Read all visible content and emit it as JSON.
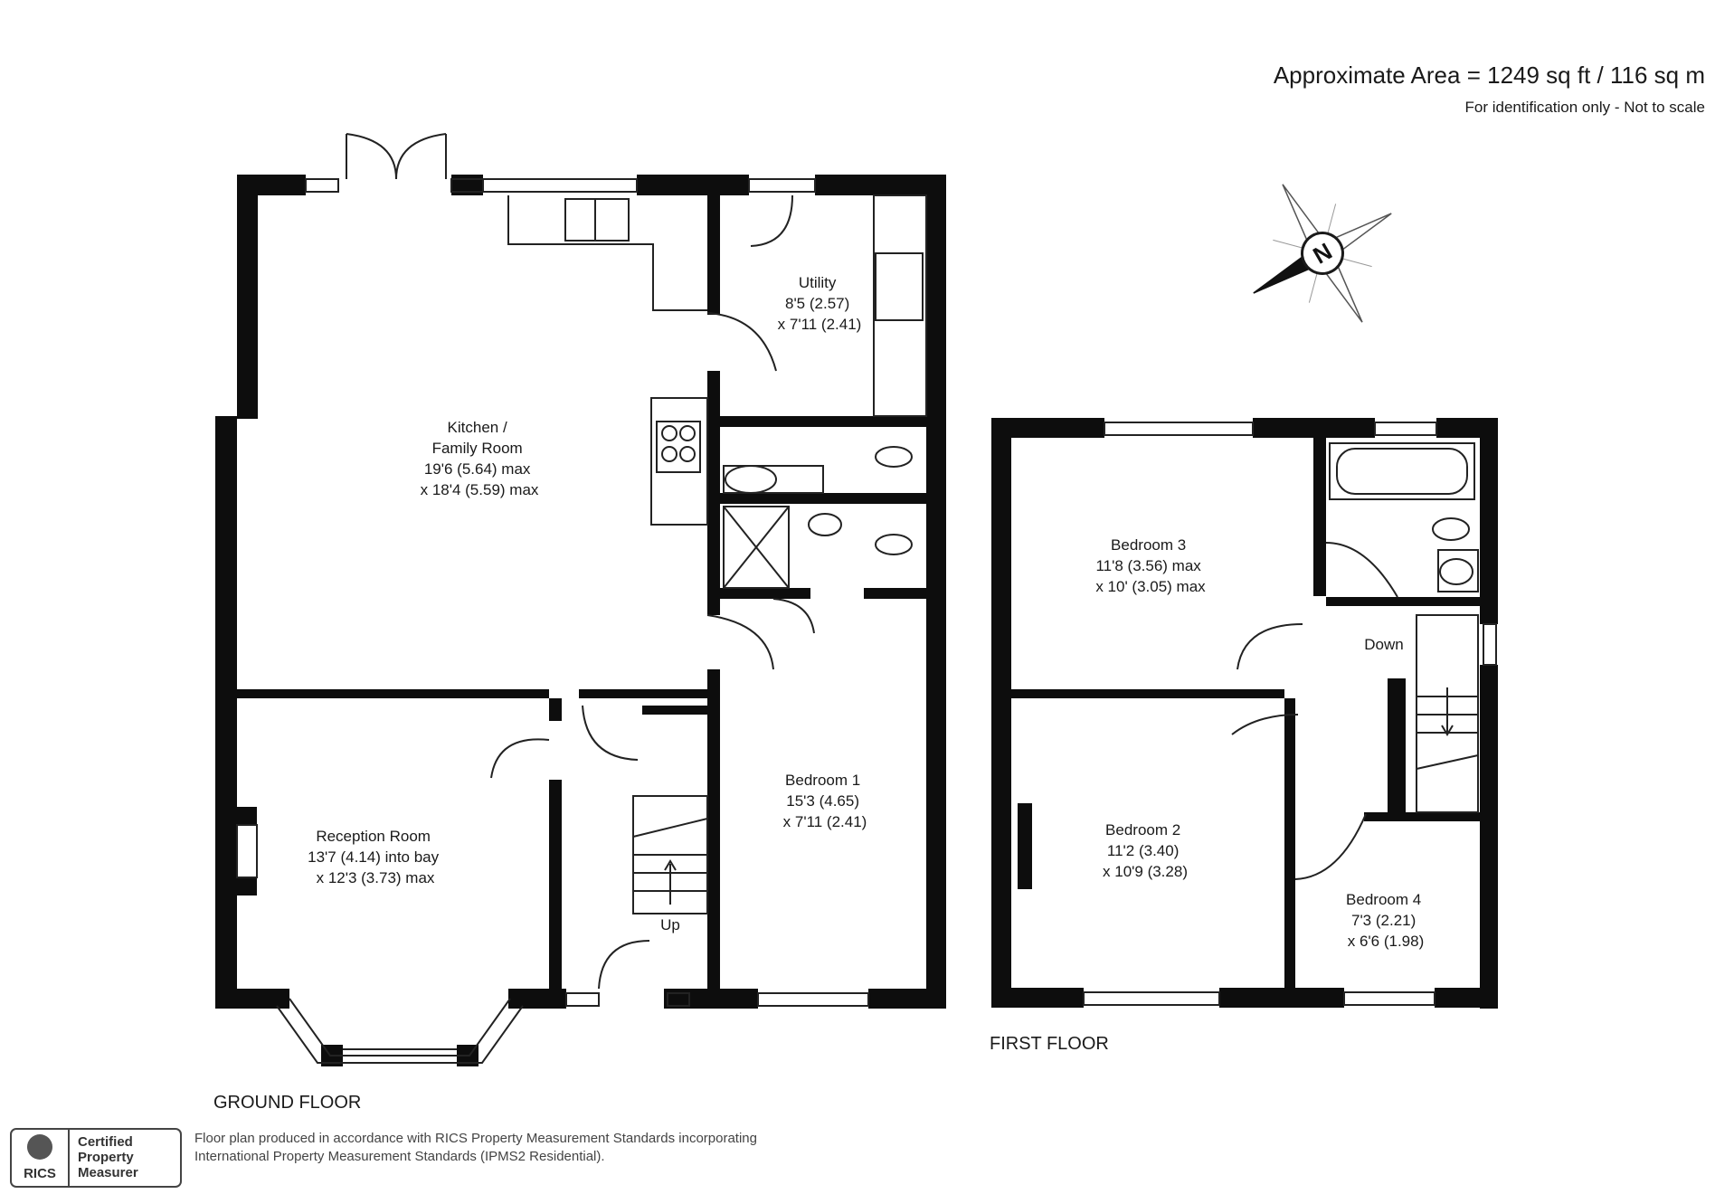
{
  "header": {
    "area": "Approximate Area = 1249 sq ft / 116 sq m",
    "disclaimer": "For identification only - Not to scale"
  },
  "compass": {
    "letter": "N"
  },
  "ground_floor": {
    "label": "GROUND FLOOR",
    "rooms": [
      {
        "lines": [
          "Kitchen /",
          "Family Room",
          "19'6 (5.64) max",
          "x 18'4 (5.59) max"
        ]
      },
      {
        "lines": [
          "Utility",
          "8'5 (2.57)",
          "x 7'11 (2.41)"
        ]
      },
      {
        "lines": [
          "Bedroom 1",
          "15'3 (4.65)",
          "x 7'11 (2.41)"
        ]
      },
      {
        "lines": [
          "Reception Room",
          "13'7 (4.14) into bay",
          "x 12'3 (3.73) max"
        ]
      }
    ],
    "stair_label": "Up"
  },
  "first_floor": {
    "label": "FIRST FLOOR",
    "rooms": [
      {
        "lines": [
          "Bedroom 3",
          "11'8 (3.56) max",
          "x 10' (3.05) max"
        ]
      },
      {
        "lines": [
          "Bedroom 2",
          "11'2 (3.40)",
          "x 10'9 (3.28)"
        ]
      },
      {
        "lines": [
          "Bedroom 4",
          "7'3 (2.21)",
          "x 6'6 (1.98)"
        ]
      }
    ],
    "stair_label": "Down"
  },
  "footer": {
    "logo_lines": [
      "Certified",
      "Property",
      "Measurer"
    ],
    "logo_org": "RICS",
    "note_lines": [
      "Floor plan produced in accordance with RICS Property Measurement Standards incorporating",
      "International Property Measurement Standards (IPMS2 Residential)."
    ]
  }
}
